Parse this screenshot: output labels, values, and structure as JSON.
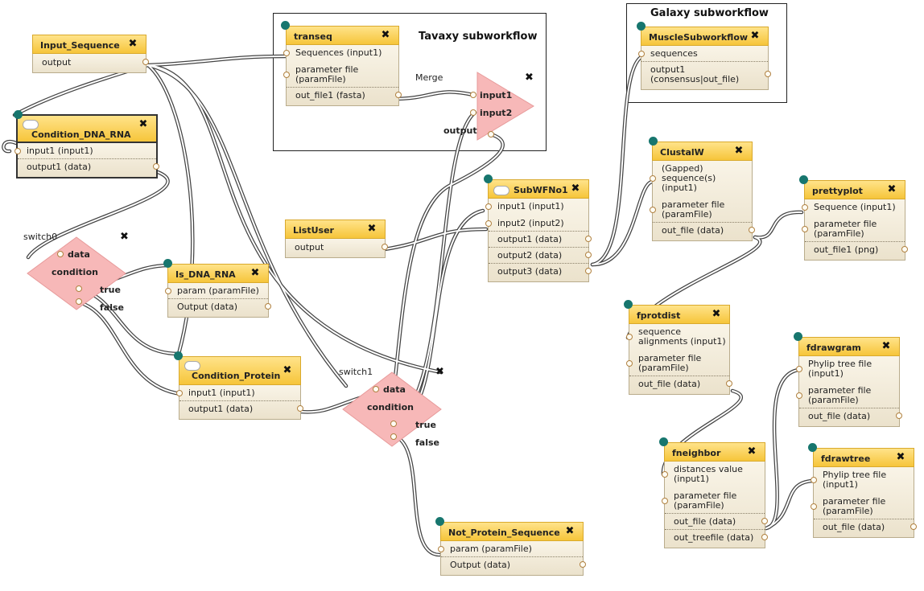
{
  "subworkflows": {
    "tavaxy": {
      "title": "Tavaxy subworkflow"
    },
    "galaxy": {
      "title": "Galaxy subworkflow"
    }
  },
  "nodes": {
    "input_sequence": {
      "title": "Input_Sequence",
      "outputs": [
        "output"
      ]
    },
    "condition_dna_rna": {
      "title": "Condition_DNA_RNA",
      "inputs": [
        "input1 (input1)"
      ],
      "outputs": [
        "output1 (data)"
      ]
    },
    "transeq": {
      "title": "transeq",
      "inputs": [
        "Sequences (input1)",
        "parameter file\n(paramFile)"
      ],
      "outputs": [
        "out_file1 (fasta)"
      ]
    },
    "muscle": {
      "title": "MuscleSubworkflow",
      "inputs": [
        "sequences"
      ],
      "outputs": [
        "output1\n(consensus|out_file)"
      ]
    },
    "clustalw": {
      "title": "ClustalW",
      "inputs": [
        "(Gapped)\nsequence(s)\n(input1)",
        "parameter file\n(paramFile)"
      ],
      "outputs": [
        "out_file (data)"
      ]
    },
    "subwfno1": {
      "title": "SubWFNo1",
      "inputs": [
        "input1 (input1)",
        "input2 (input2)"
      ],
      "outputs": [
        "output1 (data)",
        "output2 (data)",
        "output3 (data)"
      ]
    },
    "listuser": {
      "title": "ListUser",
      "outputs": [
        "output"
      ]
    },
    "prettyplot": {
      "title": "prettyplot",
      "inputs": [
        "Sequence (input1)",
        "parameter file\n(paramFile)"
      ],
      "outputs": [
        "out_file1 (png)"
      ]
    },
    "is_dna_rna": {
      "title": "Is_DNA_RNA",
      "inputs": [
        "param (paramFile)"
      ],
      "outputs": [
        "Output (data)"
      ]
    },
    "condition_protein": {
      "title": "Condition_Protein",
      "inputs": [
        "input1 (input1)"
      ],
      "outputs": [
        "output1 (data)"
      ]
    },
    "fprotdist": {
      "title": "fprotdist",
      "inputs": [
        "sequence\nalignments (input1)",
        "parameter file\n(paramFile)"
      ],
      "outputs": [
        "out_file (data)"
      ]
    },
    "fdrawgram": {
      "title": "fdrawgram",
      "inputs": [
        "Phylip tree file\n(input1)",
        "parameter file\n(paramFile)"
      ],
      "outputs": [
        "out_file (data)"
      ]
    },
    "fneighbor": {
      "title": "fneighbor",
      "inputs": [
        "distances value\n(input1)",
        "parameter file\n(paramFile)"
      ],
      "outputs": [
        "out_file (data)",
        "out_treefile (data)"
      ]
    },
    "fdrawtree": {
      "title": "fdrawtree",
      "inputs": [
        "Phylip tree file\n(input1)",
        "parameter file\n(paramFile)"
      ],
      "outputs": [
        "out_file (data)"
      ]
    },
    "not_protein_sequence": {
      "title": "Not_Protein_Sequence",
      "inputs": [
        "param (paramFile)"
      ],
      "outputs": [
        "Output (data)"
      ]
    }
  },
  "merge": {
    "label": "Merge",
    "in1": "input1",
    "in2": "input2",
    "out": "output"
  },
  "switch0": {
    "label": "switch0",
    "data": "data",
    "condition": "condition",
    "true": "true",
    "false": "false"
  },
  "switch1": {
    "label": "switch1",
    "data": "data",
    "condition": "condition",
    "true": "true",
    "false": "false"
  },
  "icons": {
    "close": "✖",
    "start_marker": "teal-dot",
    "comment": "cloud-icon"
  },
  "colors": {
    "node_header": "#f6c53a",
    "node_body": "#f2ecdc",
    "decision": "#f7b8b8",
    "start_dot": "#17766e"
  }
}
